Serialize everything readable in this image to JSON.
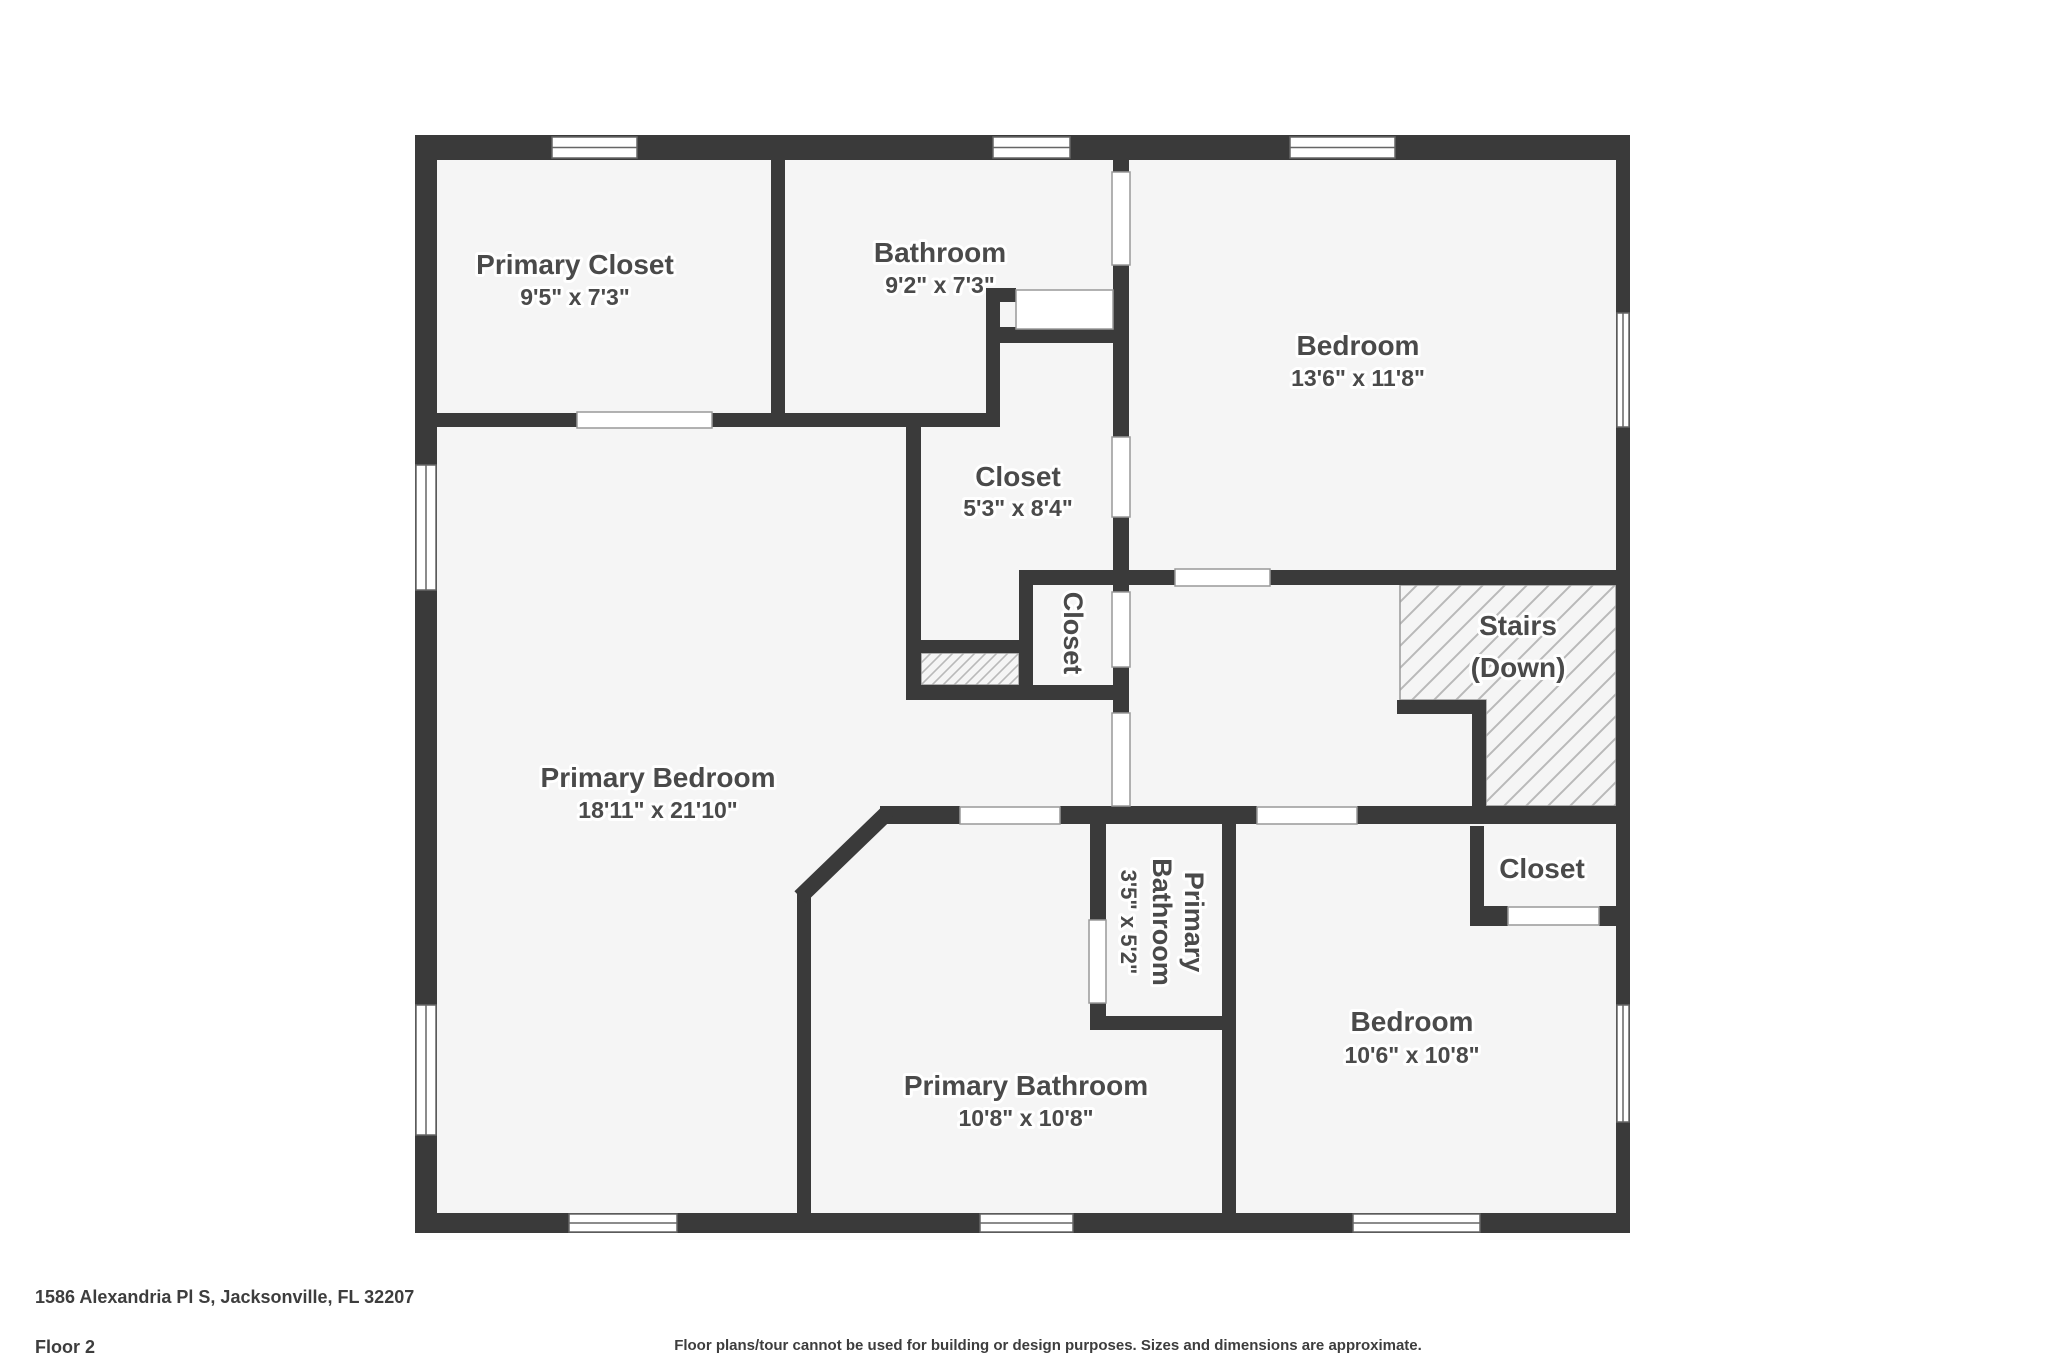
{
  "floor_plan": {
    "colors": {
      "wall": "#3a3a3a",
      "floor": "#f5f5f5",
      "hatch": "#b9b9b9"
    },
    "rooms": {
      "primary_closet": {
        "name": "Primary Closet",
        "dims": "9'5\" x 7'3\""
      },
      "bathroom": {
        "name": "Bathroom",
        "dims": "9'2\" x 7'3\""
      },
      "bedroom_top_right": {
        "name": "Bedroom",
        "dims": "13'6\" x 11'8\""
      },
      "closet_center": {
        "name": "Closet",
        "dims": "5'3\" x 8'4\""
      },
      "closet_hall": {
        "name": "Closet"
      },
      "stairs": {
        "name": "Stairs",
        "sub": "(Down)"
      },
      "primary_bedroom": {
        "name": "Primary Bedroom",
        "dims": "18'11\" x 21'10\""
      },
      "primary_bathroom_small": {
        "line1": "Primary",
        "line2": "Bathroom",
        "line3": "3'5\" x 5'2\""
      },
      "closet_bedroom": {
        "name": "Closet"
      },
      "bedroom_bottom_right": {
        "name": "Bedroom",
        "dims": "10'6\" x 10'8\""
      },
      "primary_bathroom": {
        "name": "Primary Bathroom",
        "dims": "10'8\" x 10'8\""
      }
    }
  },
  "footer": {
    "address": "1586 Alexandria Pl S, Jacksonville, FL 32207",
    "floor_label": "Floor 2",
    "disclaimer": "Floor plans/tour cannot be used for building or design purposes. Sizes and dimensions are approximate."
  }
}
